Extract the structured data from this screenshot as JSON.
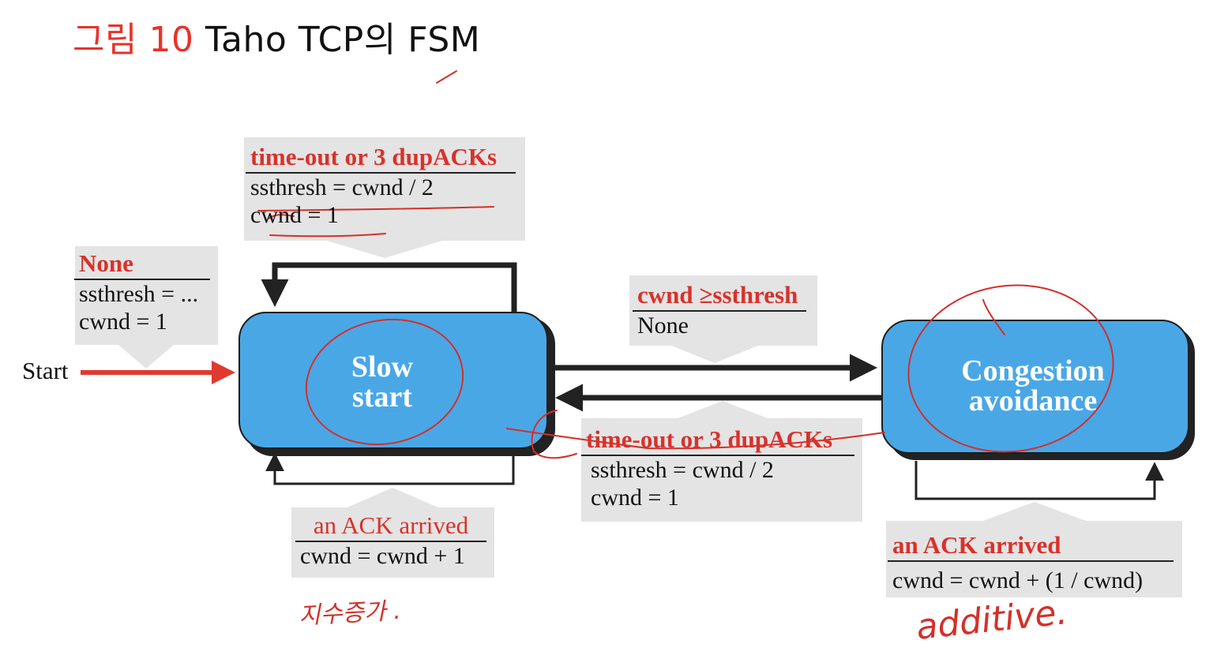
{
  "title": {
    "prefix": "그림 10",
    "rest": " Taho TCP의 FSM"
  },
  "colors": {
    "state_fill": "#4aa7e6",
    "accent_red": "#e8322a",
    "callout_bg": "#e4e4e4",
    "arrow": "#222222"
  },
  "start_label": "Start",
  "states": {
    "slow_start": [
      "Slow",
      "start"
    ],
    "congestion_avoidance": [
      "Congestion",
      "avoidance"
    ]
  },
  "transitions": {
    "initial": {
      "condition": "None",
      "actions": [
        "ssthresh = ...",
        "cwnd = 1"
      ]
    },
    "ss_self_timeout": {
      "condition": "time-out or 3 dupACKs",
      "actions": [
        "ssthresh = cwnd / 2",
        "cwnd = 1"
      ]
    },
    "ss_to_ca": {
      "condition": "cwnd ≥ssthresh",
      "actions": [
        "None"
      ]
    },
    "ca_to_ss": {
      "condition": "time-out or 3 dupACKs",
      "actions": [
        "ssthresh = cwnd / 2",
        "cwnd = 1"
      ]
    },
    "ss_self_ack": {
      "condition": "an ACK arrived",
      "actions": [
        "cwnd = cwnd + 1"
      ]
    },
    "ca_self_ack": {
      "condition": "an ACK arrived",
      "actions": [
        "cwnd = cwnd + (1 / cwnd)"
      ]
    }
  },
  "handwriting": {
    "slow_start_note": "지수증가 .",
    "ca_note": "additive."
  }
}
